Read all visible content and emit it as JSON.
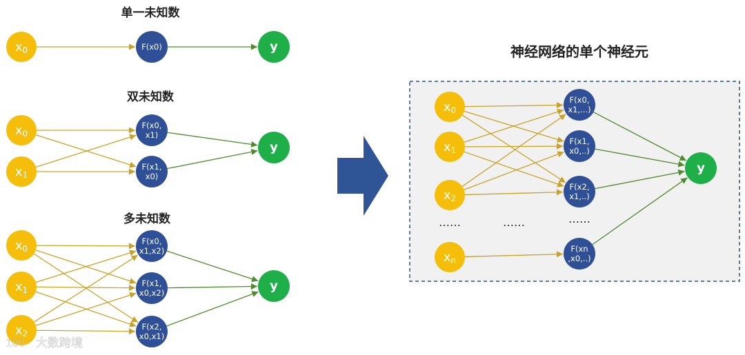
{
  "titles": {
    "single": "单一未知数",
    "double": "双未知数",
    "multi": "多未知数",
    "neuron": "神经网络的单个神经元"
  },
  "colors": {
    "input": "#F5BE0B",
    "func": "#2F4F96",
    "output": "#1FAF48",
    "edge_input": "#C9A227",
    "edge_output": "#4E8A2E",
    "arrow": "#2F5597",
    "box_bg": "#F1F1F1",
    "box_border": "#2F4F7F"
  },
  "single": {
    "inputs": [
      {
        "base": "x",
        "sub": "0"
      }
    ],
    "funcs": [
      [
        "F(x0)"
      ]
    ],
    "output": "y"
  },
  "double": {
    "inputs": [
      {
        "base": "x",
        "sub": "0"
      },
      {
        "base": "x",
        "sub": "1"
      }
    ],
    "funcs": [
      [
        "F(x0,",
        "x1)"
      ],
      [
        "F(x1,",
        "x0)"
      ]
    ],
    "output": "y"
  },
  "multi": {
    "inputs": [
      {
        "base": "x",
        "sub": "0"
      },
      {
        "base": "x",
        "sub": "1"
      },
      {
        "base": "x",
        "sub": "2"
      }
    ],
    "funcs": [
      [
        "F(x0,",
        "x1,x2)"
      ],
      [
        "F(x1,",
        "x0,x2)"
      ],
      [
        "F(x2,",
        "x0,x1)"
      ]
    ],
    "output": "y"
  },
  "neuron": {
    "inputs": [
      {
        "base": "x",
        "sub": "0"
      },
      {
        "base": "x",
        "sub": "1"
      },
      {
        "base": "x",
        "sub": "2"
      },
      {
        "base": "x",
        "sub": "n"
      }
    ],
    "funcs": [
      [
        "F(x0,",
        "x1,...)"
      ],
      [
        "F(x1,",
        "x0,..)"
      ],
      [
        "F(x2,",
        "x1,..)"
      ],
      [
        "F(xn",
        ",x0,..)"
      ]
    ],
    "output": "y",
    "ellipses": [
      "……",
      "……",
      "……"
    ]
  },
  "watermark": "大数跨境",
  "watermark_icon": "100-logo-icon"
}
